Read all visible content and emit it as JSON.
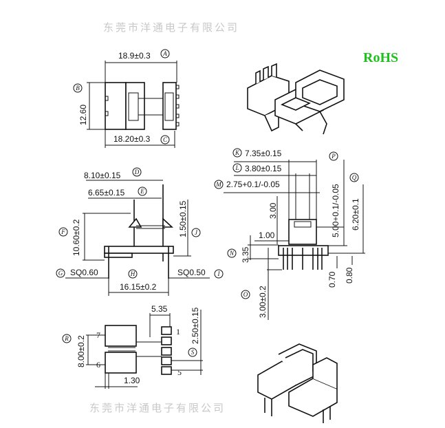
{
  "badge": "RoHS",
  "watermarks": [
    "东莞市洋通电子有限公司",
    "东莞市洋通电子有限公司"
  ],
  "top_view": {
    "A": "18.9±0.3",
    "B": "12.60",
    "C": "18.20±0.3"
  },
  "side_view": {
    "D": "8.10±0.15",
    "E": "6.65±0.15",
    "F": "10.60±0.2",
    "G": "SQ0.60",
    "H": "16.15±0.2",
    "I": "SQ0.50",
    "J": "1.50±0.15"
  },
  "front_view": {
    "K": "7.35±0.15",
    "L": "3.80±0.15",
    "M": "2.75+0.1/-0.05",
    "P": "5.00+0.1/-0.05",
    "Q": "6.20±0.1",
    "N": "3.35",
    "O": "3.00±0.2",
    "dim_300": "3.00",
    "dim_100": "1.00",
    "dim_070": "0.70",
    "dim_080": "0.80"
  },
  "bottom_view": {
    "R": "8.00±0.2",
    "S": "2.50±0.15",
    "dim_535": "5.35",
    "dim_130": "1.30",
    "pins": [
      "7",
      "6",
      "1",
      "5"
    ]
  },
  "letters": {
    "A": "A",
    "B": "B",
    "C": "C",
    "D": "D",
    "E": "E",
    "F": "F",
    "G": "G",
    "H": "H",
    "I": "I",
    "J": "J",
    "K": "K",
    "L": "L",
    "M": "M",
    "N": "N",
    "O": "O",
    "P": "P",
    "Q": "Q",
    "R": "R",
    "S": "S"
  }
}
